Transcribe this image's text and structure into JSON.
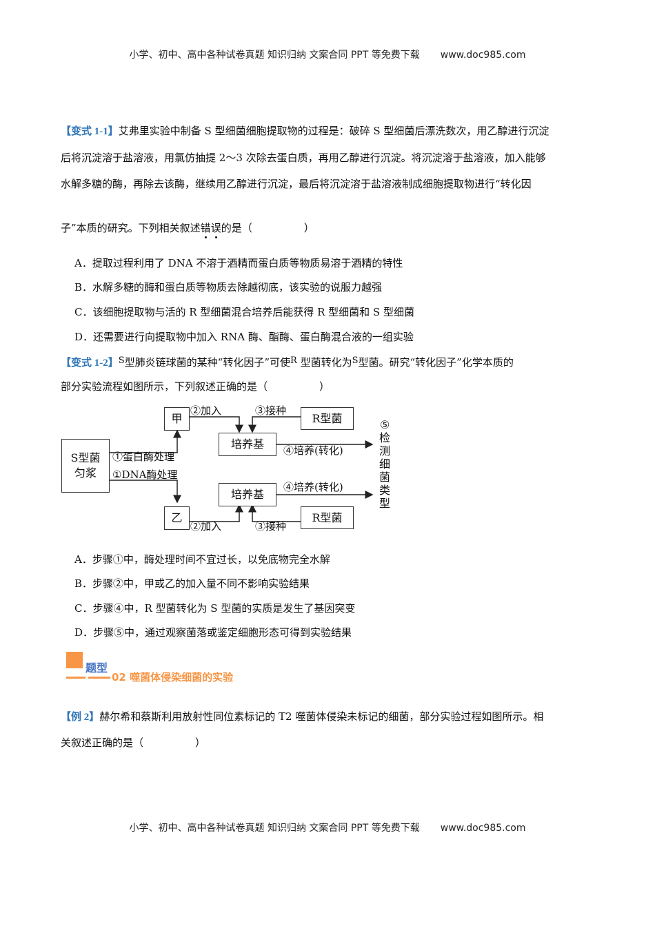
{
  "header": {
    "text": "小学、初中、高中各种试卷真题  知识归纳  文案合同  PPT 等免费下载",
    "url": "www.doc985.com"
  },
  "q1_1": {
    "tag": "【变式 1-1】",
    "lines": [
      "艾弗里实验中制备 S 型细菌细胞提取物的过程是：破碎 S 型细菌后漂洗数次，用乙醇进行沉淀",
      "后将沉淀溶于盐溶液，用氯仿抽提 2～3 次除去蛋白质，再用乙醇进行沉淀。将沉淀溶于盐溶液，加入能够",
      "水解多糖的酶，再除去该酶，继续用乙醇进行沉淀，最后将沉淀溶于盐溶液制成细胞提取物进行“转化因"
    ],
    "last_line_pre": "子”本质的研究。下列相关叙述",
    "emph1": "错",
    "emph2": "误",
    "last_line_post": "的是（　　　　　）",
    "options": [
      "A．提取过程利用了 DNA 不溶于酒精而蛋白质等物质易溶于酒精的特性",
      "B．水解多糖的酶和蛋白质等物质去除越彻底，该实验的说服力越强",
      "C．该细胞提取物与活的 R 型细菌混合培养后能获得 R 型细菌和 S 型细菌",
      "D．还需要进行向提取物中加入 RNA 酶、酯酶、蛋白酶混合液的一组实验"
    ]
  },
  "q1_2": {
    "tag": "【变式 1-2】",
    "line1_parts": [
      "S",
      "型肺炎链球菌的某种“转化因子”可使",
      "R",
      " 型菌转化为",
      "S",
      "型菌。研究“转化因子”化学本质的"
    ],
    "line2": "部分实验流程如图所示，下列叙述正确的是（　　　　　）",
    "diagram": {
      "source_box": [
        "S型菌",
        "匀浆"
      ],
      "box_jia": "甲",
      "box_yi": "乙",
      "medium_top": "培养基",
      "medium_bottom": "培养基",
      "r_top": "R型菌",
      "r_bottom": "R型菌",
      "step1a": "①蛋白酶处理",
      "step1b": "①DNA酶处理",
      "step2_top": "②加入",
      "step2_bottom": "②加入",
      "step3_top": "③接种",
      "step3_bottom": "③接种",
      "step4_top": "④培养(转化)",
      "step4_bottom": "④培养(转化)",
      "step5": [
        "⑤",
        "检",
        "测",
        "细",
        "菌",
        "类",
        "型"
      ]
    },
    "options": [
      "A．步骤①中，酶处理时间不宜过长，以免底物完全水解",
      "B．步骤②中，甲或乙的加入量不同不影响实验结果",
      "C．步骤④中，R 型菌转化为 S 型菌的实质是发生了基因突变",
      "D．步骤⑤中，通过观察菌落或鉴定细胞形态可得到实验结果"
    ]
  },
  "section": {
    "kind": "题型",
    "title": "02 噬菌体侵染细菌的实验",
    "colors": {
      "accent": "#f79646",
      "kind": "#4472c4"
    }
  },
  "ex2": {
    "tag": "【例 2】",
    "line1": "赫尔希和蔡斯利用放射性同位素标记的 T2 噬菌体侵染未标记的细菌，部分实验过程如图所示。相",
    "line2": "关叙述正确的是（　　　　　）"
  },
  "footer": {
    "text": "小学、初中、高中各种试卷真题  知识归纳  文案合同  PPT 等免费下载",
    "url": "www.doc985.com"
  }
}
